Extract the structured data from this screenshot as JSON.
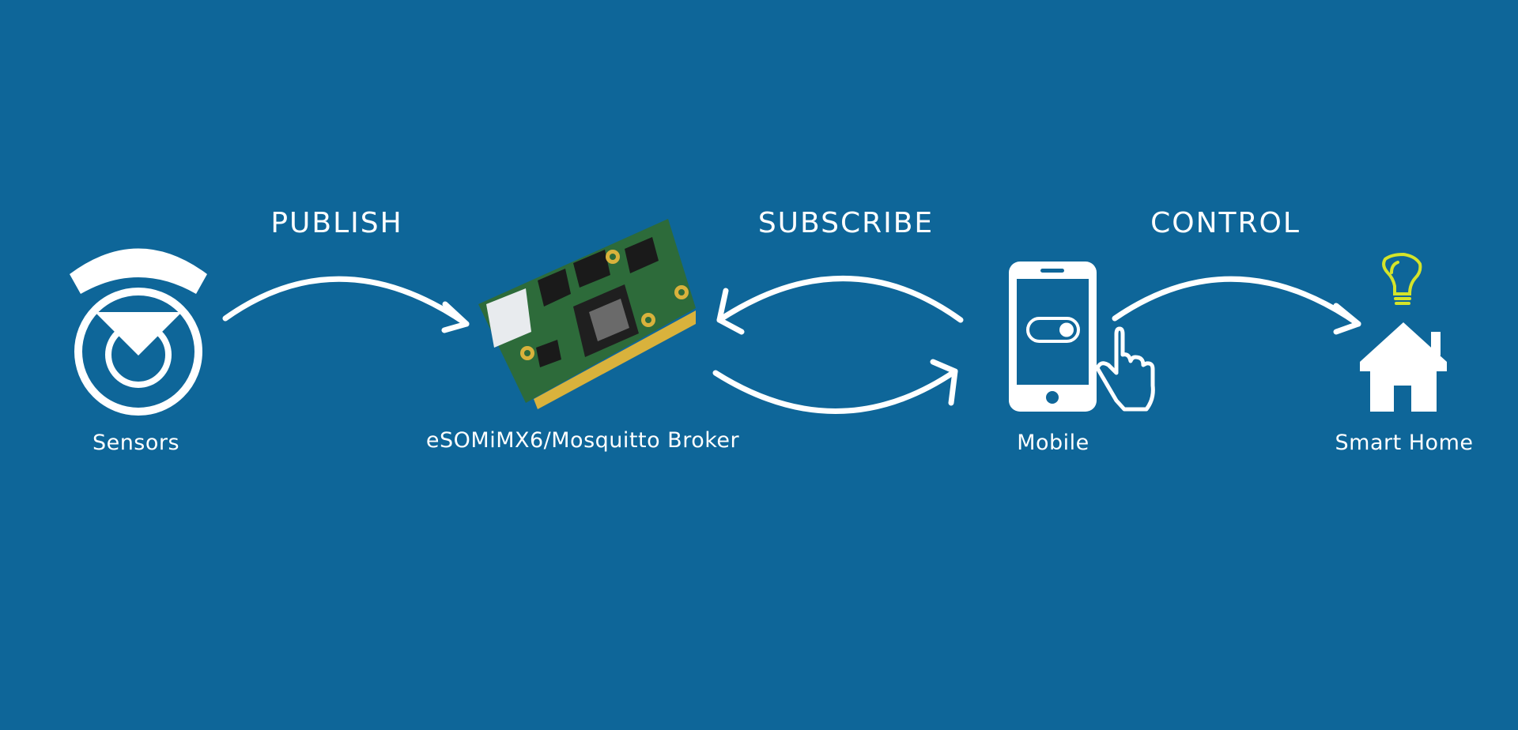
{
  "colors": {
    "background": "#0e6699",
    "foreground": "#ffffff",
    "bulb": "#d4e42a",
    "board_green": "#2d6b3a",
    "board_gold": "#d9b23c"
  },
  "flows": {
    "publish": "PUBLISH",
    "subscribe": "SUBSCRIBE",
    "control": "CONTROL"
  },
  "nodes": {
    "sensors": {
      "label": "Sensors",
      "icon": "sensor-icon"
    },
    "broker": {
      "label": "eSOMiMX6/Mosquitto Broker",
      "icon": "circuit-board-image"
    },
    "mobile": {
      "label": "Mobile",
      "icon": "mobile-phone-icon"
    },
    "smart_home": {
      "label": "Smart Home",
      "icon": "house-icon"
    }
  }
}
